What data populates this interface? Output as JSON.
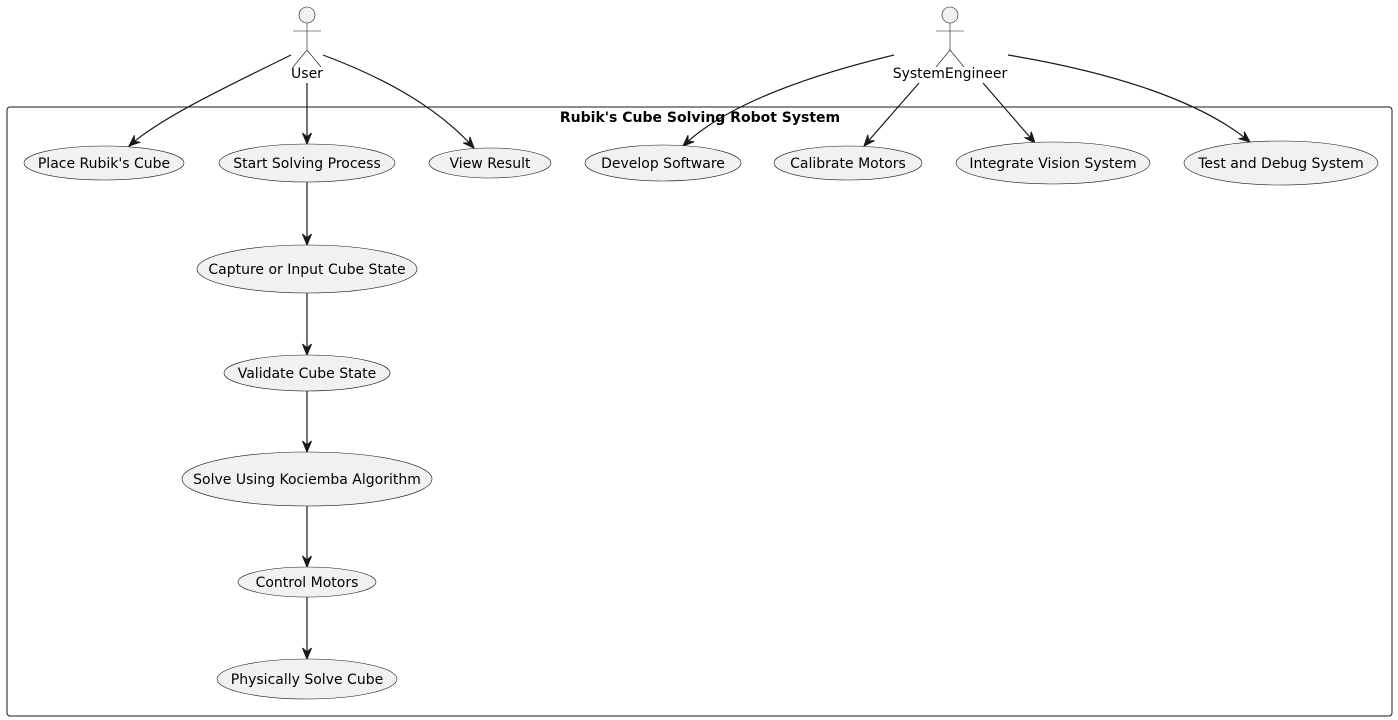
{
  "system_boundary": {
    "title": "Rubik's Cube Solving Robot System"
  },
  "actors": [
    {
      "id": "user",
      "label": "User"
    },
    {
      "id": "engineer",
      "label": "SystemEngineer"
    }
  ],
  "use_cases": [
    {
      "id": "place",
      "label": "Place Rubik's Cube"
    },
    {
      "id": "start",
      "label": "Start Solving Process"
    },
    {
      "id": "view",
      "label": "View Result"
    },
    {
      "id": "develop",
      "label": "Develop Software"
    },
    {
      "id": "calibrate",
      "label": "Calibrate Motors"
    },
    {
      "id": "integrate",
      "label": "Integrate Vision System"
    },
    {
      "id": "test",
      "label": "Test and Debug System"
    },
    {
      "id": "capture",
      "label": "Capture or Input Cube State"
    },
    {
      "id": "validate",
      "label": "Validate Cube State"
    },
    {
      "id": "solve",
      "label": "Solve Using Kociemba Algorithm"
    },
    {
      "id": "control",
      "label": "Control Motors"
    },
    {
      "id": "physical",
      "label": "Physically Solve Cube"
    }
  ],
  "relations": [
    {
      "from": "user",
      "to": "place"
    },
    {
      "from": "user",
      "to": "start"
    },
    {
      "from": "user",
      "to": "view"
    },
    {
      "from": "engineer",
      "to": "develop"
    },
    {
      "from": "engineer",
      "to": "calibrate"
    },
    {
      "from": "engineer",
      "to": "integrate"
    },
    {
      "from": "engineer",
      "to": "test"
    },
    {
      "from": "start",
      "to": "capture"
    },
    {
      "from": "capture",
      "to": "validate"
    },
    {
      "from": "validate",
      "to": "solve"
    },
    {
      "from": "solve",
      "to": "control"
    },
    {
      "from": "control",
      "to": "physical"
    }
  ]
}
